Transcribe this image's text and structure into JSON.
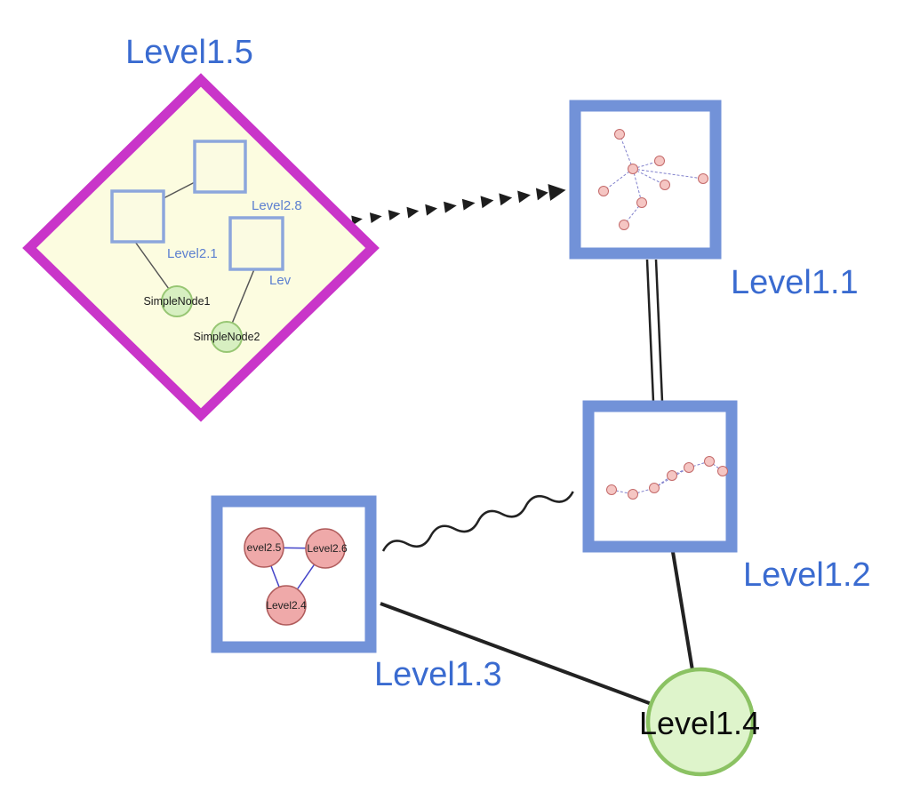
{
  "nodes": {
    "level15": {
      "label": "Level1.5"
    },
    "level11": {
      "label": "Level1.1"
    },
    "level12": {
      "label": "Level1.2"
    },
    "level13": {
      "label": "Level1.3"
    },
    "level14": {
      "label": "Level1.4"
    }
  },
  "level15_children": {
    "level28": {
      "label": "Level2.8"
    },
    "level21": {
      "label": "Level2.1"
    },
    "lev": {
      "label": "Lev"
    },
    "simplenode1": {
      "label": "SimpleNode1"
    },
    "simplenode2": {
      "label": "SimpleNode2"
    }
  },
  "level13_children": {
    "level25": {
      "label": "evel2.5"
    },
    "level26": {
      "label": "Level2.6"
    },
    "level24": {
      "label": "Level2.4"
    }
  },
  "colors": {
    "label_blue": "#3a6bd0",
    "node_border_blue": "#7292d8",
    "diamond_border_magenta": "#c935c9",
    "diamond_fill_yellow": "#fcfce0",
    "green_node_fill": "#d7efc1",
    "green_node_border": "#8bc263",
    "pink_node_fill": "#efa9a9",
    "pink_node_border": "#b05c5c",
    "edge_black": "#222222"
  }
}
